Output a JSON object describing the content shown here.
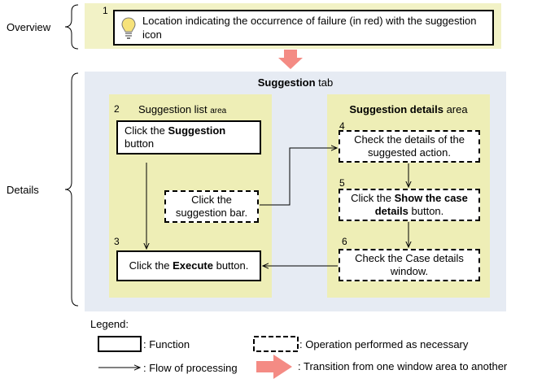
{
  "overview": {
    "label": "Overview",
    "step": "1",
    "text": "Location indicating the occurrence of failure (in red) with the suggestion icon"
  },
  "details": {
    "label": "Details",
    "tab_title_bold": "Suggestion",
    "tab_title_rest": " tab",
    "list_area": {
      "title": "Suggestion list",
      "suffix": "area"
    },
    "details_area": {
      "title_bold": "Suggestion details",
      "title_rest": " area"
    },
    "steps": {
      "s2": {
        "num": "2",
        "pre": "Click the ",
        "bold": "Suggestion",
        "post": " button"
      },
      "bar": {
        "text": "Click the suggestion bar."
      },
      "s3": {
        "num": "3",
        "pre": "Click the ",
        "bold": "Execute",
        "post": " button."
      },
      "s4": {
        "num": "4",
        "text": "Check the details of the suggested action."
      },
      "s5": {
        "num": "5",
        "pre": "Click the ",
        "bold": "Show the case details",
        "post": " button."
      },
      "s6": {
        "num": "6",
        "text": "Check the Case details window."
      }
    }
  },
  "legend": {
    "title": "Legend:",
    "function": ": Function",
    "optional": ": Operation performed as necessary",
    "flow": ": Flow of processing",
    "transition": ": Transition from one window area to another"
  },
  "colors": {
    "overview_bg": "#f2f2c6",
    "details_bg": "#e6ebf3",
    "area_bg": "#eeeeb6",
    "transition_arrow": "#f48b84",
    "bulb": "#f6e27a"
  }
}
